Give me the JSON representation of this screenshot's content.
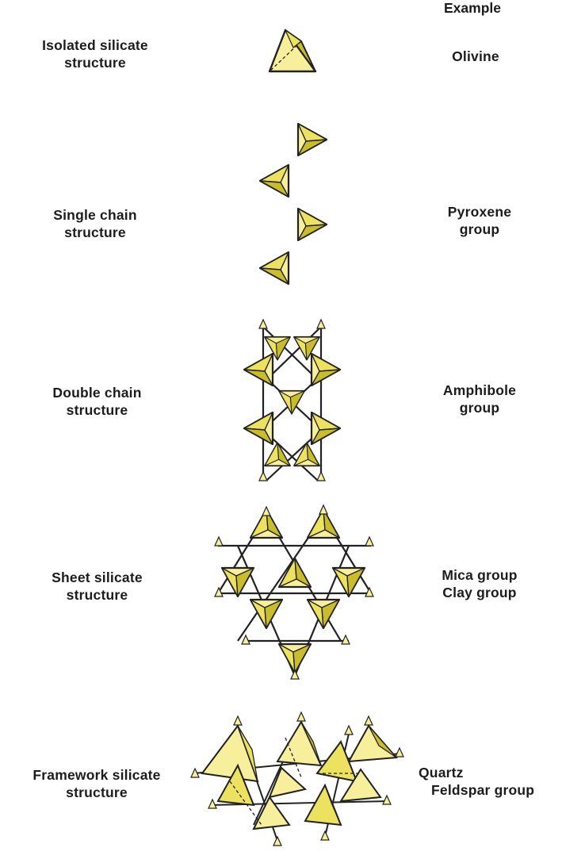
{
  "header": {
    "example": "Example"
  },
  "rows": [
    {
      "structure": [
        "Isolated silicate",
        "structure"
      ],
      "example": [
        "Olivine"
      ]
    },
    {
      "structure": [
        "Single chain",
        "structure"
      ],
      "example": [
        "Pyroxene",
        "group"
      ]
    },
    {
      "structure": [
        "Double chain",
        "structure"
      ],
      "example": [
        "Amphibole",
        "group"
      ]
    },
    {
      "structure": [
        "Sheet silicate",
        "structure"
      ],
      "example": [
        "Mica group",
        "Clay group"
      ]
    },
    {
      "structure": [
        "Framework silicate",
        "structure"
      ],
      "example": [
        "Quartz",
        "Feldspar group"
      ]
    }
  ],
  "colors": {
    "tetra_light": "#f7ef9c",
    "tetra_mid": "#ece260",
    "tetra_dark": "#c9bd2e",
    "outline": "#222222"
  }
}
